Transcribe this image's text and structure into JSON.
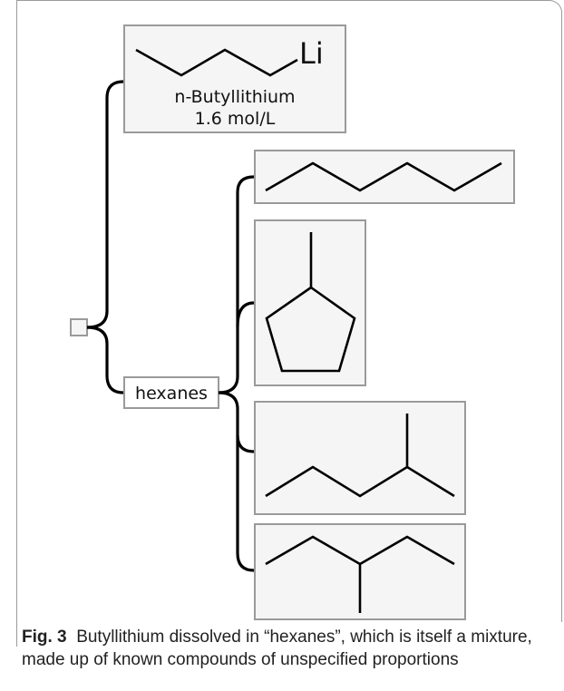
{
  "top_component": {
    "element_label": "Li",
    "name": "n-Butyllithium",
    "concentration": "1.6 mol/L"
  },
  "mixture_component": {
    "label": "hexanes"
  },
  "caption": {
    "figure_label": "Fig. 3",
    "text": "Butyllithium dissolved in “hexanes”, which is itself a mixture, made up of known compounds of unspecified proportions"
  },
  "colors": {
    "box_fill": "#f5f5f5",
    "box_border": "#9a9a9a",
    "line": "#000000"
  }
}
